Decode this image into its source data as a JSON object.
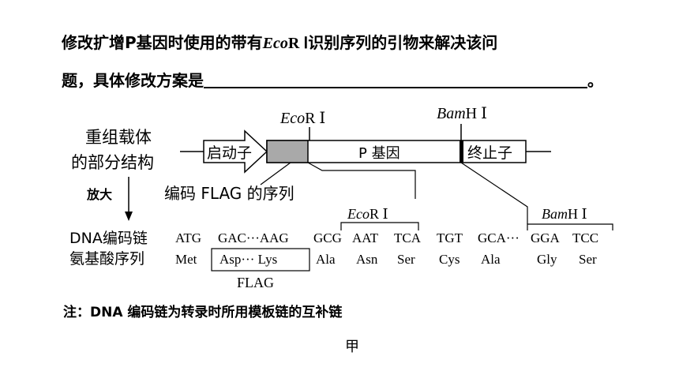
{
  "question": {
    "line1_a": "修改扩增P基因时使用的带有",
    "line1_enz_italic": "Eco",
    "line1_enz_roman": "R Ⅰ",
    "line1_b": "识别序列的引物来解决该问",
    "line2_a": "题，具体修改方案是",
    "line2_end": "。"
  },
  "diagram": {
    "vector_label_1": "重组载体",
    "vector_label_2": "的部分结构",
    "promoter": "启动子",
    "p_gene": "P 基因",
    "terminator": "终止子",
    "ecori_italic": "Eco",
    "ecori_roman": "R Ⅰ",
    "bamhi_italic": "Bam",
    "bamhi_roman": "H Ⅰ",
    "enlarge": "放大",
    "flag_seq_label": "编码 FLAG 的序列",
    "dna_row_label": "DNA编码链",
    "aa_row_label": "氨基酸序列",
    "dna_tokens": [
      "ATG",
      "GAC···AAG",
      "GCG",
      "AAT",
      "TCA",
      "TGT",
      "GCA···",
      "GGA",
      "TCC"
    ],
    "aa_tokens": [
      "Met",
      "Asp··· Lys",
      "Ala",
      "Asn",
      "Ser",
      "Cys",
      "Ala",
      "Gly",
      "Ser"
    ],
    "flag": "FLAG"
  },
  "note": "注：DNA 编码链为转录时所用模板链的互补链",
  "figure_label": "甲"
}
